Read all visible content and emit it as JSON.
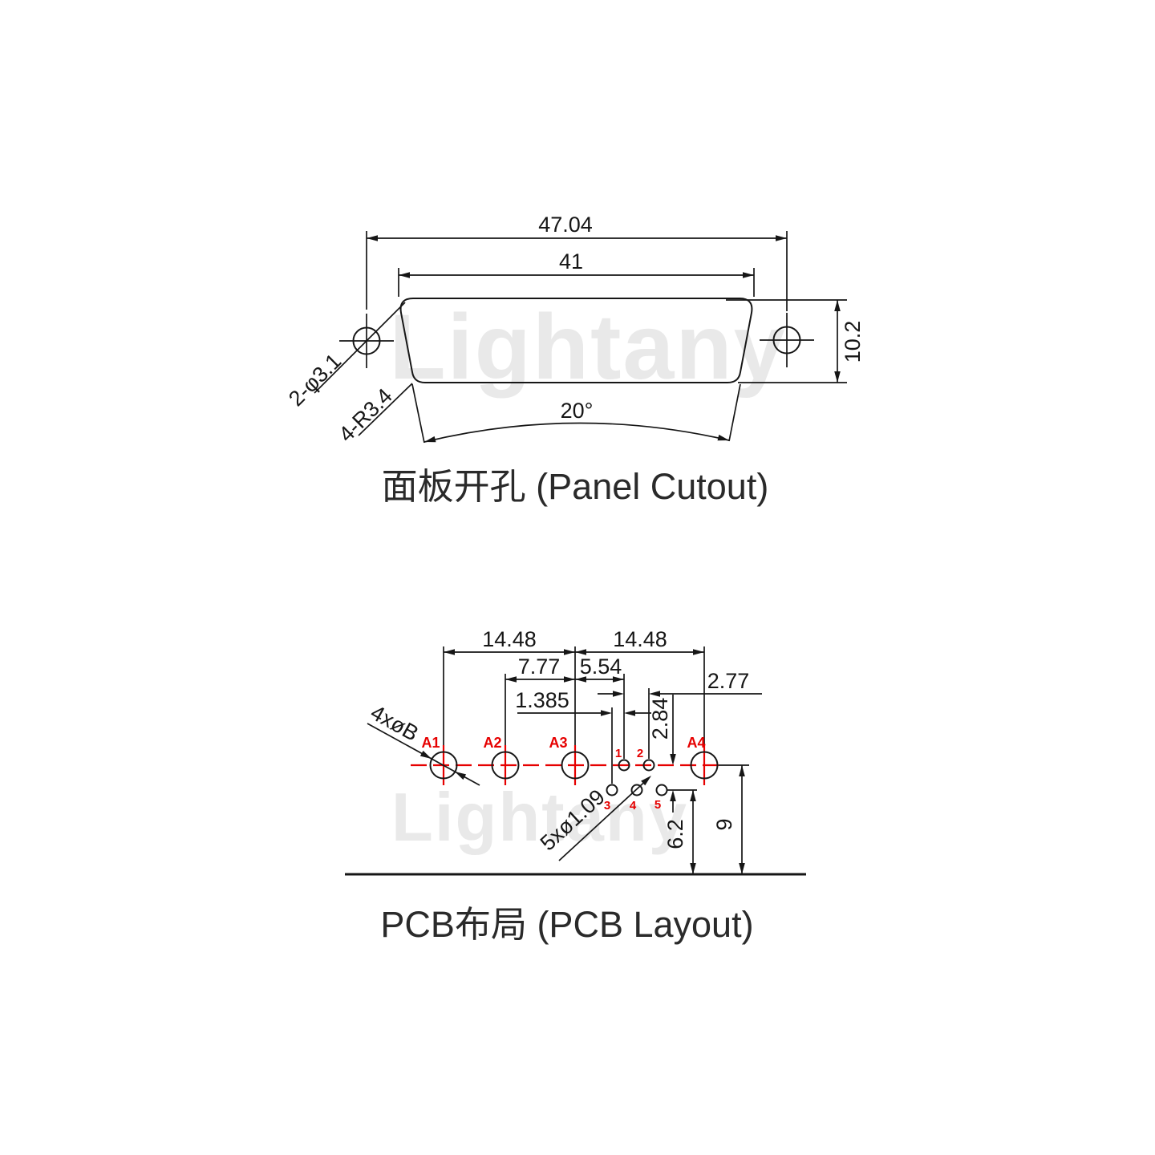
{
  "watermark": {
    "text": "Lightany"
  },
  "colors": {
    "accent_red": "#e60000",
    "line": "#161616",
    "watermark": "#e9e9e9"
  },
  "panel_cutout": {
    "title": "面板开孔 (Panel Cutout)",
    "dims": {
      "outer_width": "47.04",
      "body_width": "41",
      "height": "10.2",
      "side_angle": "20°",
      "mount_holes": "2-φ3.1",
      "corner_radius": "4-R3.4"
    }
  },
  "pcb_layout": {
    "title": "PCB布局 (PCB Layout)",
    "dims": {
      "span_left": "14.48",
      "span_right": "14.48",
      "a2_to_a3": "7.77",
      "a3_to_pin1": "5.54",
      "pin_pitch": "2.77",
      "half_pitch": "1.385",
      "row_offset": "2.84",
      "row2_to_edge": "6.2",
      "row1_to_edge": "9"
    },
    "labels": {
      "power_holes_note": "4xøB",
      "signal_holes_note": "5xø1.09",
      "a1": "A1",
      "a2": "A2",
      "a3": "A3",
      "a4": "A4",
      "p1": "1",
      "p2": "2",
      "p3": "3",
      "p4": "4",
      "p5": "5"
    }
  }
}
